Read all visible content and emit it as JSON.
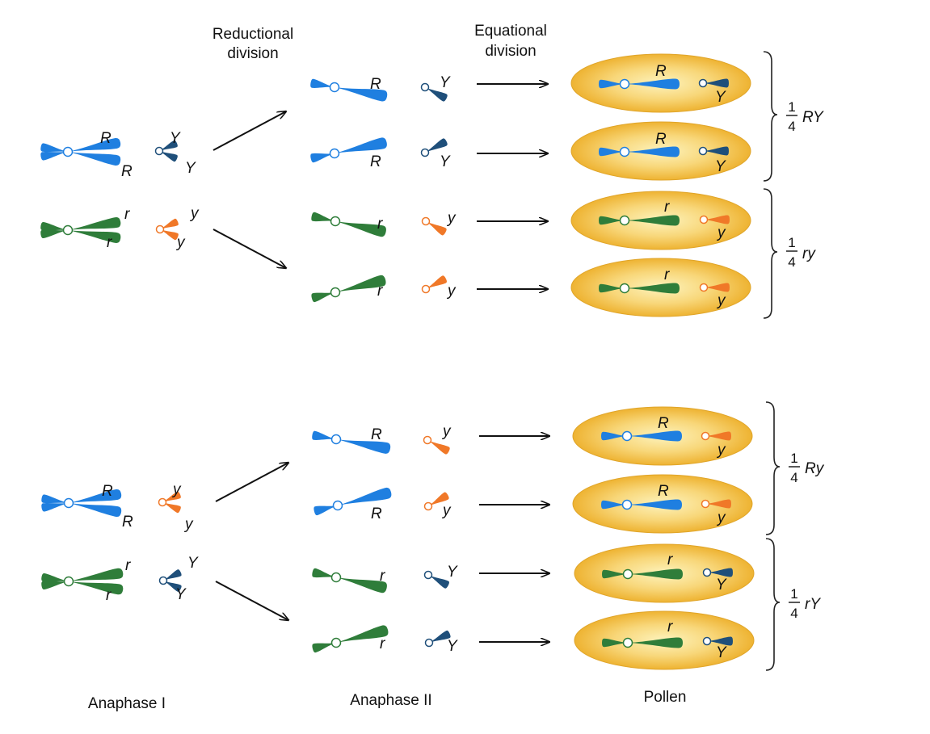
{
  "headers": {
    "reductional_line1": "Reductional",
    "reductional_line2": "division",
    "equational_line1": "Equational",
    "equational_line2": "division"
  },
  "stage_labels": {
    "anaphase1": "Anaphase I",
    "anaphase2": "Anaphase II",
    "pollen": "Pollen"
  },
  "genes": {
    "R": "R",
    "r": "r",
    "Y": "Y",
    "y": "y"
  },
  "fractions": [
    {
      "num": "1",
      "den": "4",
      "genotype": "RY"
    },
    {
      "num": "1",
      "den": "4",
      "genotype": "ry"
    },
    {
      "num": "1",
      "den": "4",
      "genotype": "Ry"
    },
    {
      "num": "1",
      "den": "4",
      "genotype": "rY"
    }
  ],
  "colors": {
    "R": "#1f7fe0",
    "r": "#2f7d3a",
    "Y": "#1f4f7a",
    "y": "#f07828",
    "pollen": "#f2b83a",
    "pollen_center": "#fdf2b8"
  }
}
